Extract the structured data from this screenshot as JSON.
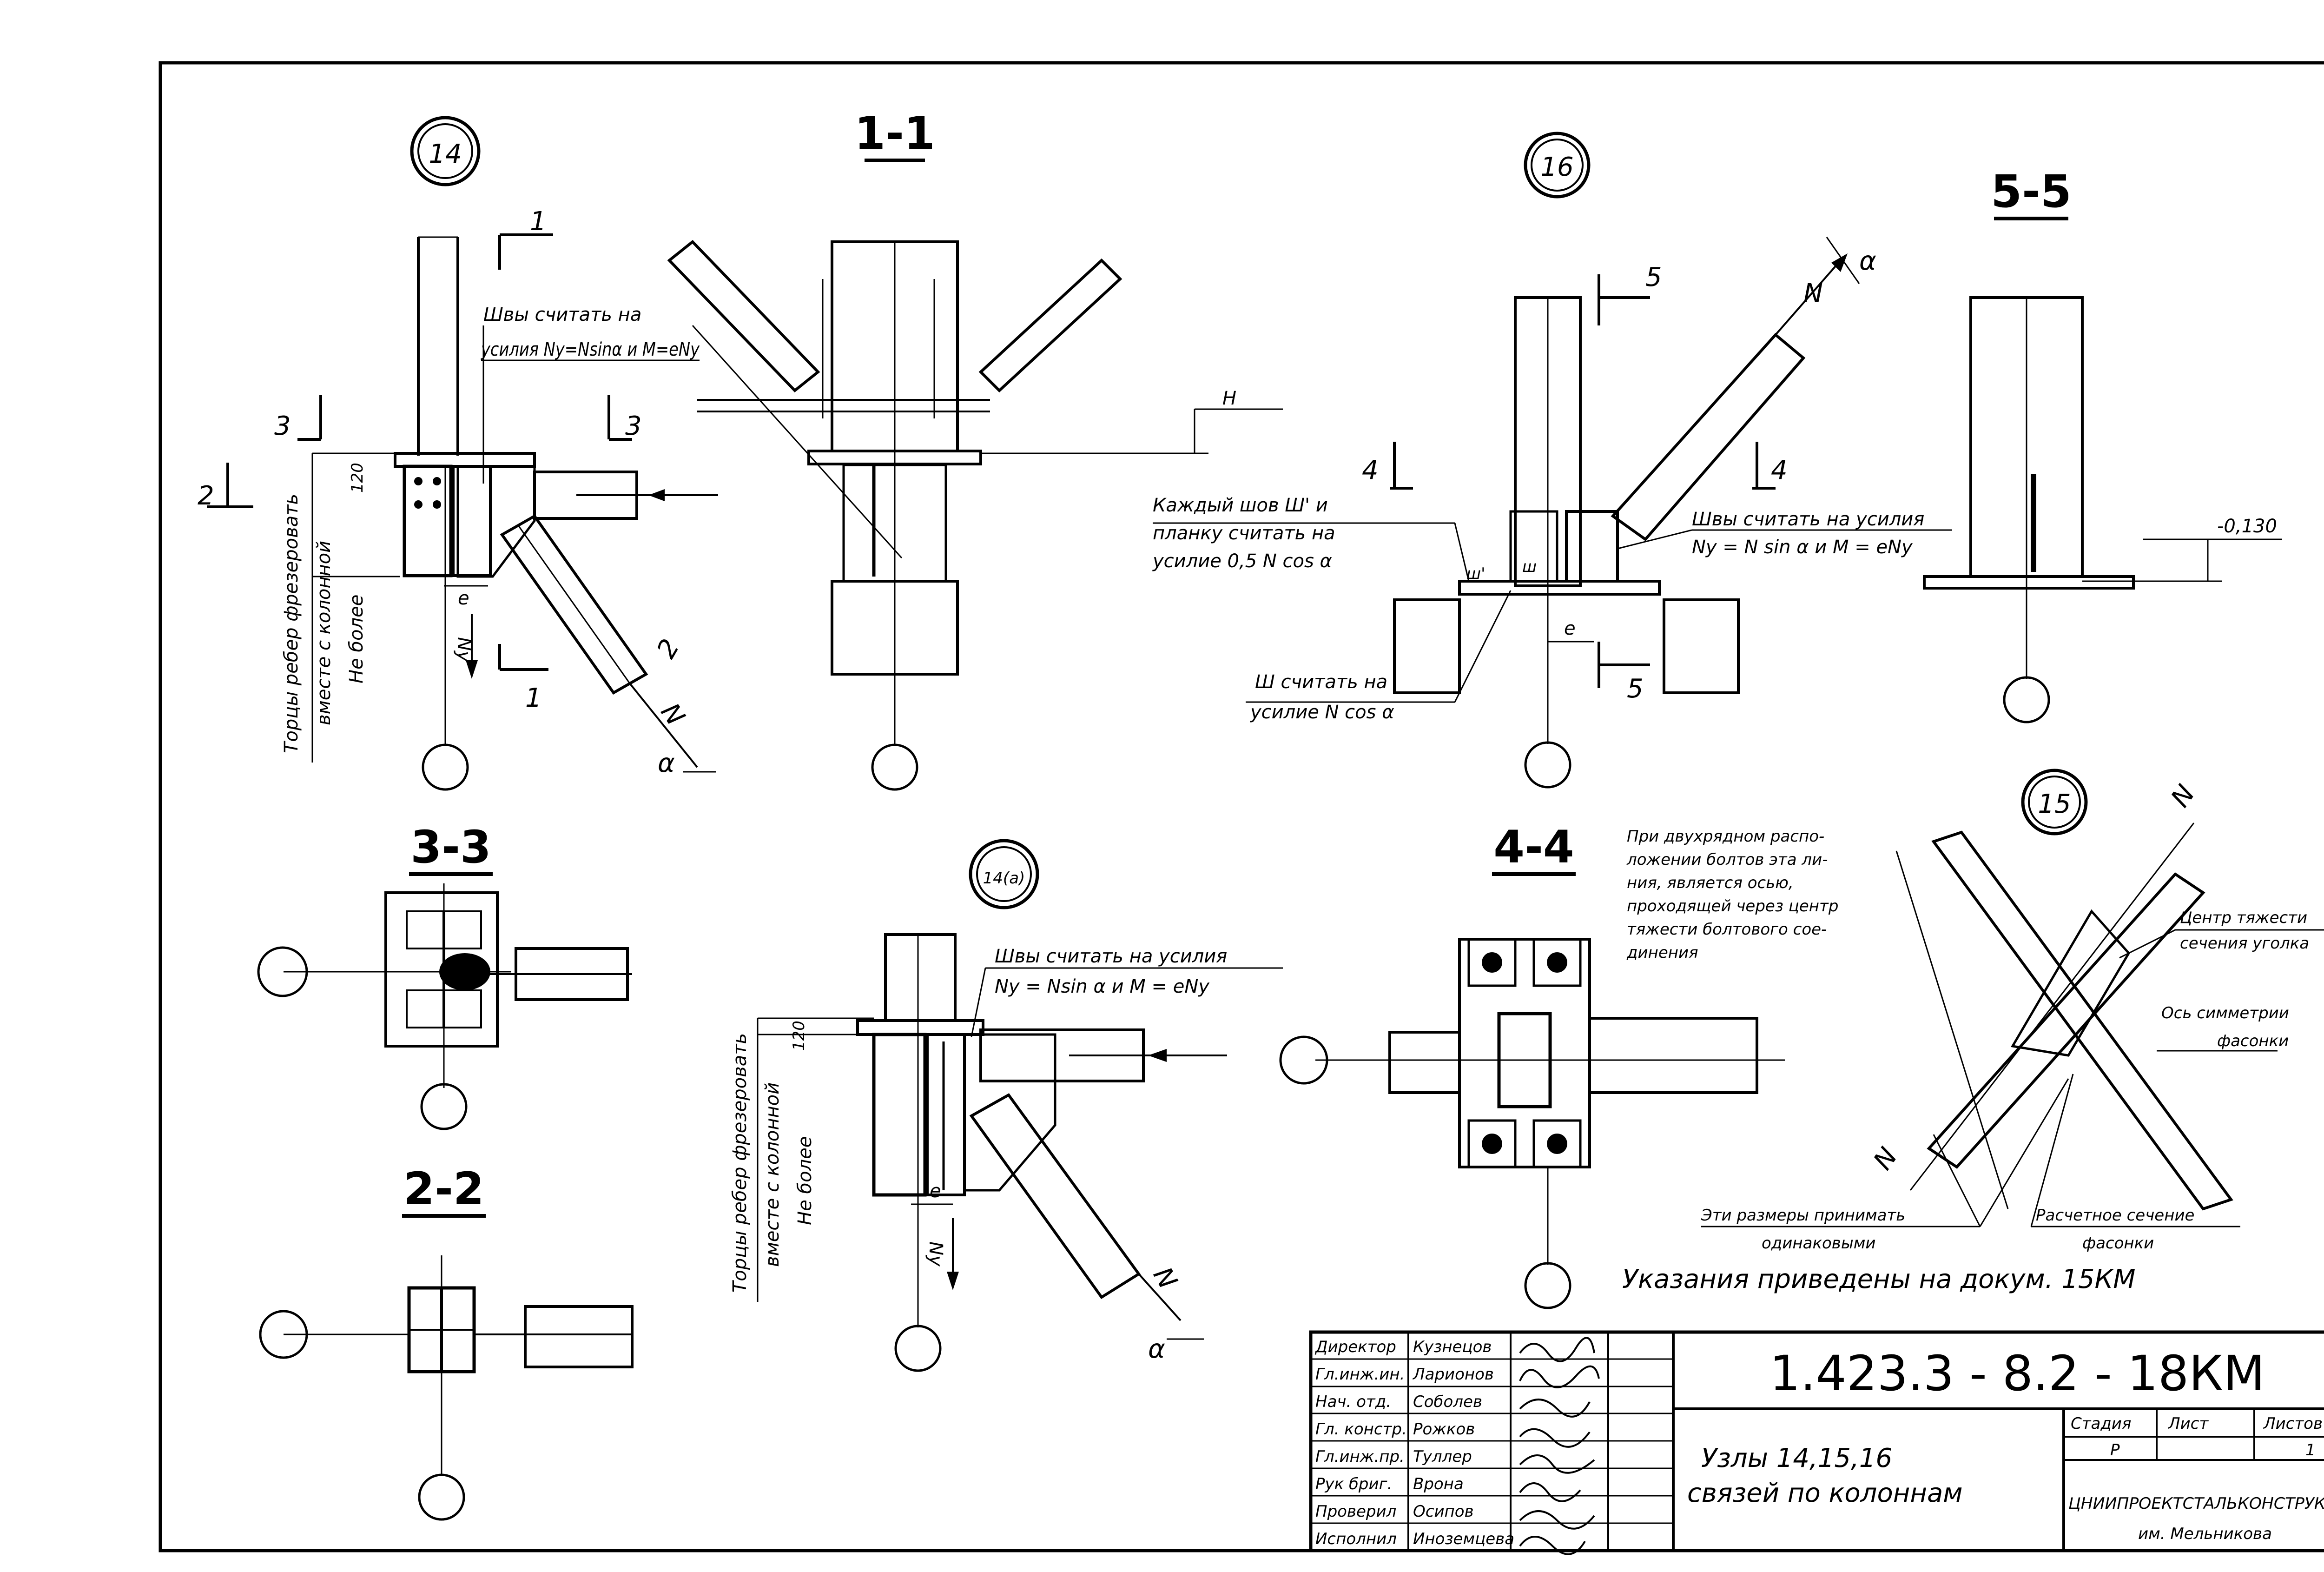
{
  "callouts": {
    "n14": "14",
    "n16": "16",
    "n15": "15",
    "n14a": "14(а)"
  },
  "sections": {
    "s11": "1-1",
    "s55": "5-5",
    "s33": "3-3",
    "s22": "2-2",
    "s44": "4-4"
  },
  "cut_marks": {
    "c1": "1",
    "c2": "2",
    "c3": "3",
    "c4": "4",
    "c5": "5",
    "H": "Н"
  },
  "symbols": {
    "N": "N",
    "alpha": "α",
    "e": "e",
    "Ny": "Ny",
    "sh": "ш",
    "sh_prime": "ш'"
  },
  "dims": {
    "d120": "120",
    "elev": "-0,130"
  },
  "notes": {
    "n14_welds_1": "Швы считать на",
    "n14_welds_2": "усилия Ny=Nsinα и M=eNy",
    "milled_1": "Торцы ребер фрезеровать",
    "milled_2": "вместе с колонной",
    "milled_3": "Не более",
    "n16_each_1": "Каждый шов Ш' и",
    "n16_each_2": "планку считать на",
    "n16_each_3": "усилие 0,5 N cos α",
    "n16_welds_1": "Швы считать на усилия",
    "n16_welds_2": "Ny = N sin α и M = eNy",
    "n16_sh_1": "Ш считать на",
    "n16_sh_2": "усилие  N cos α",
    "n14a_welds_1": "Швы считать на усилия",
    "n14a_welds_2": "Ny = Nsin α и M = eNy",
    "bolts_1": "При двухрядном распо-",
    "bolts_2": "ложении болтов эта ли-",
    "bolts_3": "ния, является осью,",
    "bolts_4": "проходящей через центр",
    "bolts_5": "тяжести болтового сое-",
    "bolts_6": "динения",
    "centroid_1": "Центр тяжести",
    "centroid_2": "сечения уголка",
    "sym_1": "Ось симметрии",
    "sym_2": "фасонки",
    "equal_1": "Эти размеры принимать",
    "equal_2": "одинаковыми",
    "calc_1": "Расчетное сечение",
    "calc_2": "фасонки",
    "ref": "Указания приведены на докум. 15КМ"
  },
  "title_block": {
    "code": "1.423.3 - 8.2 - 18КМ",
    "title_1": "Узлы  14,15,16",
    "title_2": "связей по колоннам",
    "stage_label": "Стадия",
    "sheet_label": "Лист",
    "sheets_label": "Листов",
    "stage": "Р",
    "sheet": "",
    "sheets": "1",
    "org_1": "ЦНИИПРОЕКТСТАЛЬКОНСТРУКЦИЯ",
    "org_2": "им. Мельникова",
    "staff": [
      {
        "role": "Директор",
        "name": "Кузнецов"
      },
      {
        "role": "Гл.инж.ин.",
        "name": "Ларионов"
      },
      {
        "role": "Нач. отд.",
        "name": "Соболев"
      },
      {
        "role": "Гл. констр.",
        "name": "Рожков"
      },
      {
        "role": "Гл.инж.пр.",
        "name": "Туллер"
      },
      {
        "role": "Рук бриг.",
        "name": "Врона"
      },
      {
        "role": "Проверил",
        "name": "Осипов"
      },
      {
        "role": "Исполнил",
        "name": "Иноземцева"
      }
    ]
  }
}
